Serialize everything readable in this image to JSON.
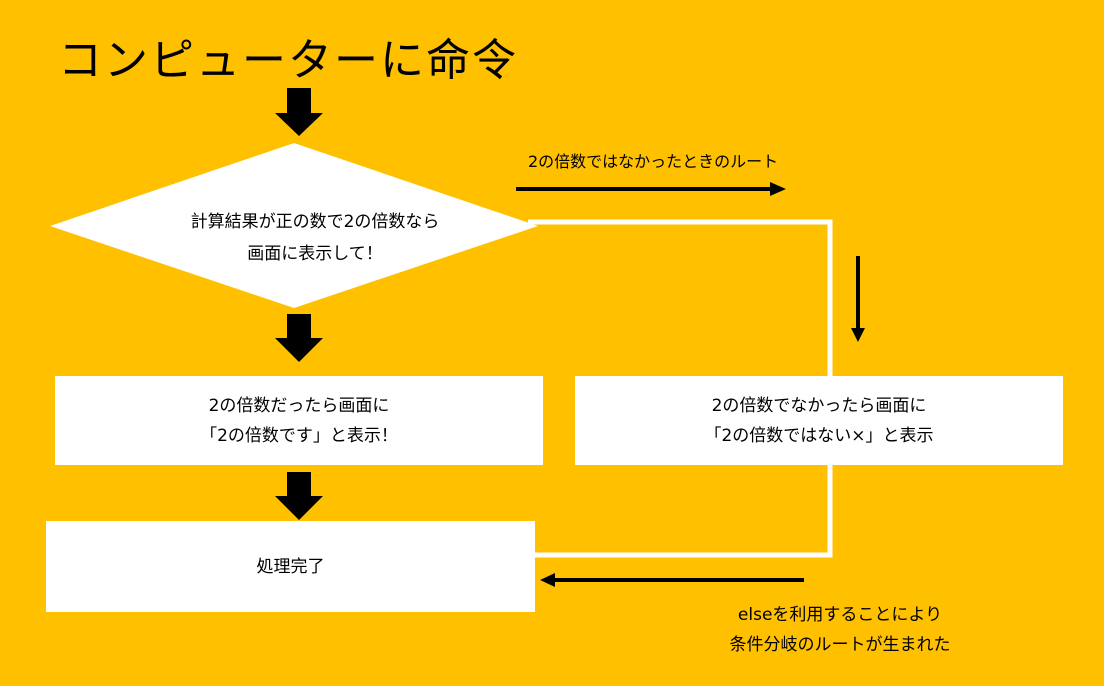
{
  "title": "コンピューターに命令",
  "decision": {
    "line1": "計算結果が正の数で2の倍数なら",
    "line2": "画面に表示して！"
  },
  "else_route_label": "2の倍数ではなかったときのルート",
  "box_true": {
    "line1": "2の倍数だったら画面に",
    "line2": "「2の倍数です」と表示！"
  },
  "box_false": {
    "line1": "2の倍数でなかったら画面に",
    "line2": "「2の倍数ではない×」と表示"
  },
  "box_end": {
    "label": "処理完了"
  },
  "note": {
    "line1": "elseを利用することにより",
    "line2": "条件分岐のルートが生まれた"
  },
  "colors": {
    "background": "#FFC000",
    "box": "#FFFFFF",
    "arrow": "#000000",
    "connector": "#FFFFFF"
  }
}
